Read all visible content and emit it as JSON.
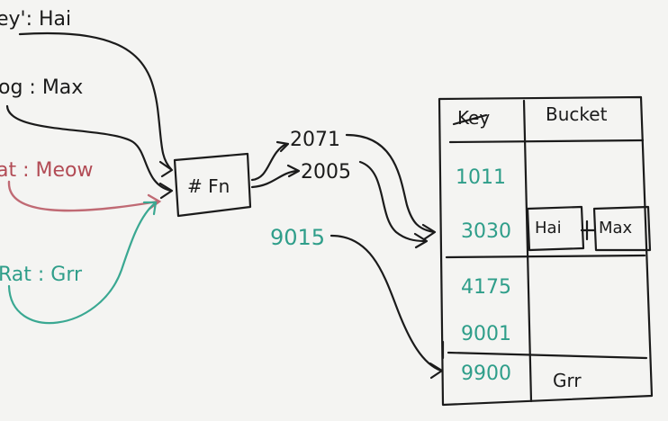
{
  "inputs": [
    {
      "text": "ey': Hai",
      "color": "#1b1b1b"
    },
    {
      "text": "og : Max",
      "color": "#1b1b1b"
    },
    {
      "text": "at : Meow",
      "color": "#b24b55"
    },
    {
      "text": "Rat : Grr",
      "color": "#2f9e8a"
    }
  ],
  "hash_function": {
    "label": "# Fn"
  },
  "hash_outputs": [
    {
      "text": "2071",
      "color": "#1b1b1b"
    },
    {
      "text": "2005",
      "color": "#1b1b1b"
    },
    {
      "text": "9015",
      "color": "#2f9e8a"
    }
  ],
  "table": {
    "headers": {
      "key": "Key",
      "bucket": "Bucket"
    },
    "rows": [
      {
        "key": "1011",
        "bucket": []
      },
      {
        "key": "3030",
        "bucket": [
          "Hai",
          "Max"
        ]
      },
      {
        "key": "4175",
        "bucket": []
      },
      {
        "key": "9001",
        "bucket": []
      },
      {
        "key": "9900",
        "bucket": [
          "Grr"
        ]
      }
    ]
  }
}
